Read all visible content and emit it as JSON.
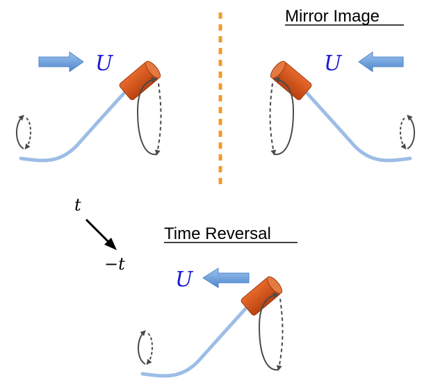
{
  "labels": {
    "mirror_image": "Mirror Image",
    "time_reversal": "Time Reversal",
    "velocity": "U",
    "time_forward": "t",
    "time_backward": "−t"
  },
  "colors": {
    "velocity_arrow": "#6a9fdc",
    "velocity_text": "#1a1ad6",
    "head": "#d8541c",
    "tail": "#9cbde6",
    "rotation": "#4a4a4a",
    "mirror_line": "#f29a2e"
  }
}
